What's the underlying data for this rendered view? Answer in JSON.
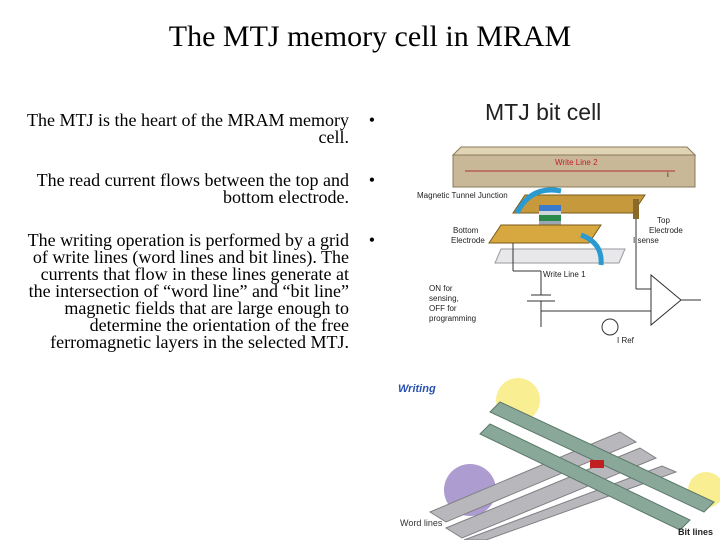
{
  "slide": {
    "title": "The MTJ memory cell in MRAM",
    "bullets": [
      {
        "symbol": "•",
        "text": "The MTJ is the heart of the MRAM memory cell."
      },
      {
        "symbol": "•",
        "text": "The read current flows between the top and bottom electrode."
      },
      {
        "symbol": "•",
        "text": "The writing operation is performed by a grid of write lines (word lines and bit lines). The currents that flow in these lines generate at the intersection of “word line” and “bit line” magnetic fields that are large enough to determine the orientation of the free ferromagnetic layers in the selected MTJ."
      }
    ]
  },
  "figure": {
    "title": "MTJ bit cell",
    "labels": {
      "write_line_2": "Write Line 2",
      "mtj": "Magnetic Tunnel Junction",
      "bottom_electrode_1": "Bottom",
      "bottom_electrode_2": "Electrode",
      "top_electrode_1": "Top",
      "top_electrode_2": "Electrode",
      "i_sense": "I sense",
      "write_line_1": "Write Line 1",
      "on_for": "ON for",
      "sensing": "sensing,",
      "off_for": "OFF for",
      "programming": "programming",
      "i_ref": "I Ref",
      "i_symbol": "i"
    },
    "writing_label": "Writing",
    "word_lines_label": "Word lines",
    "bit_lines_label": "Bit lines"
  }
}
